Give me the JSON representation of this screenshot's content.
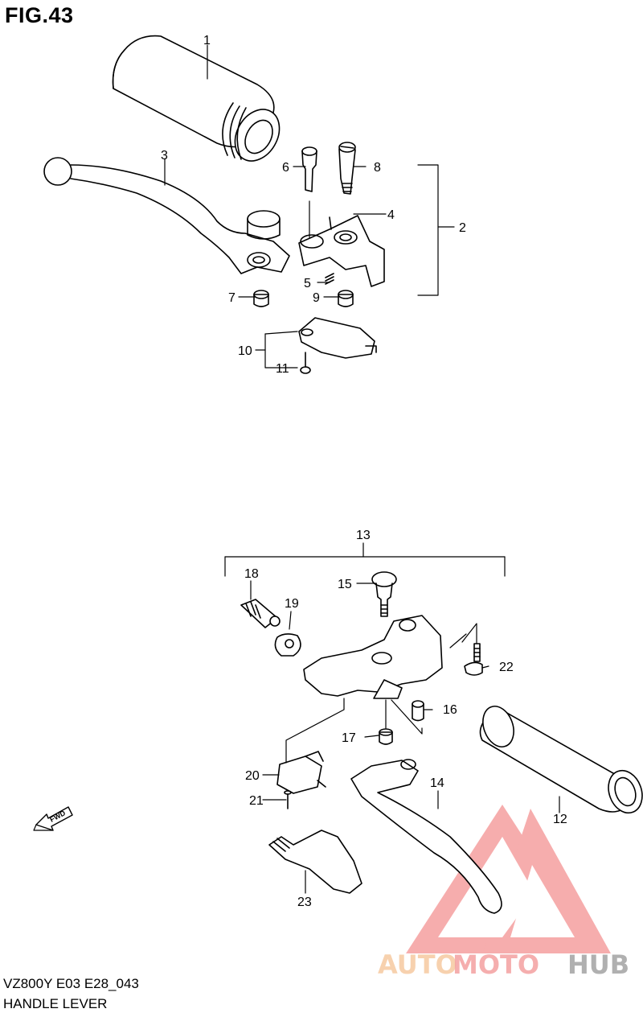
{
  "figure": {
    "title": "FIG.43"
  },
  "footer": {
    "model_code": "VZ800Y E03 E28_043",
    "part_name": "HANDLE LEVER"
  },
  "callouts": [
    "1",
    "2",
    "3",
    "4",
    "5",
    "6",
    "7",
    "8",
    "9",
    "10",
    "11",
    "12",
    "13",
    "14",
    "15",
    "16",
    "17",
    "18",
    "19",
    "20",
    "21",
    "22",
    "23"
  ],
  "fwd_label": "FWD",
  "watermark": {
    "part1": "AUTO",
    "part2": "MOTO",
    "part3": "HUB",
    "colors": {
      "auto": "#f6c9a0",
      "moto": "#f4a0a0",
      "hub": "#a8a8a8",
      "triangle": "#f06b6b"
    }
  }
}
